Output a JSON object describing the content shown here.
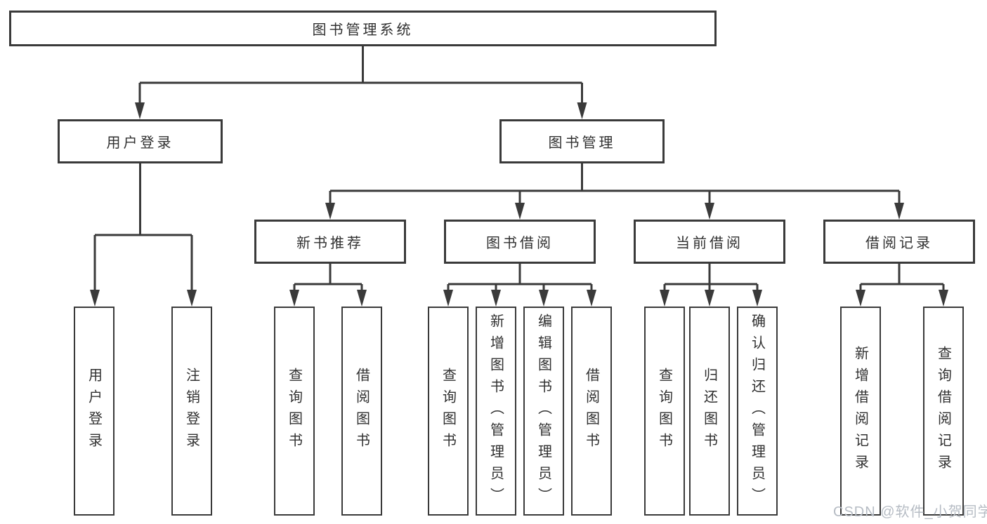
{
  "colors": {
    "background": "#ffffff",
    "line": "#3a3a3a",
    "box_border": "#3a3a3a",
    "text": "#303030",
    "watermark": "#b6bcc4"
  },
  "nodes": {
    "root": {
      "label": "图书管理系统"
    },
    "level2": [
      {
        "label": "用户登录"
      },
      {
        "label": "图书管理"
      }
    ],
    "level3": [
      {
        "label": "新书推荐",
        "parent": "图书管理"
      },
      {
        "label": "图书借阅",
        "parent": "图书管理"
      },
      {
        "label": "当前借阅",
        "parent": "图书管理"
      },
      {
        "label": "借阅记录",
        "parent": "图书管理"
      }
    ],
    "leaves": [
      {
        "label": "用户登录",
        "parent": "用户登录"
      },
      {
        "label": "注销登录",
        "parent": "用户登录"
      },
      {
        "label": "查询图书",
        "parent": "新书推荐"
      },
      {
        "label": "借阅图书",
        "parent": "新书推荐"
      },
      {
        "label": "查询图书",
        "parent": "图书借阅"
      },
      {
        "label": "新增图书（管理员）",
        "parent": "图书借阅"
      },
      {
        "label": "编辑图书（管理员）",
        "parent": "图书借阅"
      },
      {
        "label": "借阅图书",
        "parent": "图书借阅"
      },
      {
        "label": "查询图书",
        "parent": "当前借阅"
      },
      {
        "label": "归还图书",
        "parent": "当前借阅"
      },
      {
        "label": "确认归还（管理员）",
        "parent": "当前借阅"
      },
      {
        "label": "新增借阅记录",
        "parent": "借阅记录"
      },
      {
        "label": "查询借阅记录",
        "parent": "借阅记录"
      }
    ]
  },
  "watermark": {
    "text": "CSDN @软件_小贺同学"
  }
}
